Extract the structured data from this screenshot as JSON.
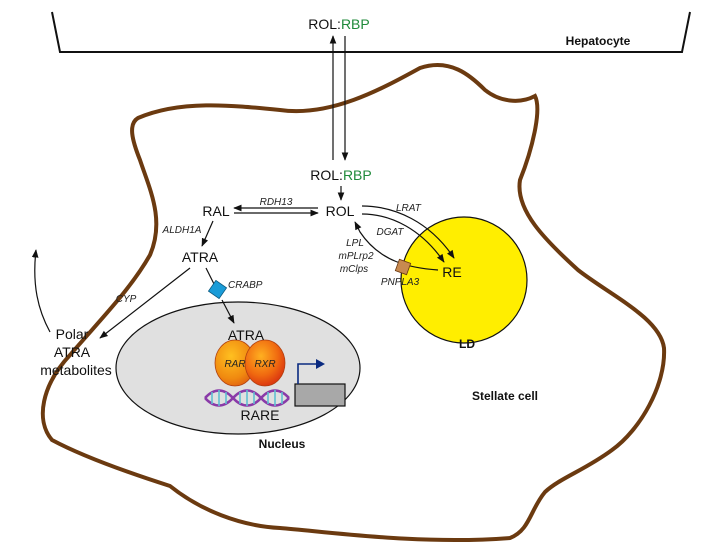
{
  "hepatocyte": {
    "label": "Hepatocyte",
    "rol": "ROL",
    "sep": ":",
    "rbp": "RBP"
  },
  "stellate": {
    "label": "Stellate cell",
    "rol": "ROL",
    "sep": ":",
    "rbp": "RBP"
  },
  "molecules": {
    "ral": "RAL",
    "rol": "ROL",
    "atra": "ATRA",
    "re": "RE",
    "nucleus_atra": "ATRA",
    "polar": "Polar",
    "polar_atra": "ATRA",
    "metabolites": "metabolites",
    "rare": "RARE"
  },
  "enzymes": {
    "rdh13": "RDH13",
    "aldh1a": "ALDH1A",
    "cyp": "CYP",
    "crabp": "CRABP",
    "lrat": "LRAT",
    "dgat": "DGAT",
    "lpl": "LPL",
    "mplrp2": "mPLrp2",
    "mclps": "mClps",
    "pnpla3": "PNPLA3"
  },
  "receptors": {
    "rar": "RAR",
    "rxr": "RXR"
  },
  "compartments": {
    "ld": "LD",
    "nucleus": "Nucleus"
  },
  "colors": {
    "membrane": "#6b3a10",
    "lipid_droplet": "#ffee00",
    "nucleus_fill": "#e0e0e0",
    "rbp_green": "#1f8a3a",
    "lrat_green": "#1f8a3a",
    "lipase_red": "#d42020",
    "crabp_blue": "#1a9cd8",
    "pnpla3_tan": "#c88a50",
    "dna_purple": "#8a3aa8",
    "dna_teal": "#5fbfd0",
    "gene_box": "#a8a8a8",
    "promoter_arrow": "#0a2a80"
  }
}
